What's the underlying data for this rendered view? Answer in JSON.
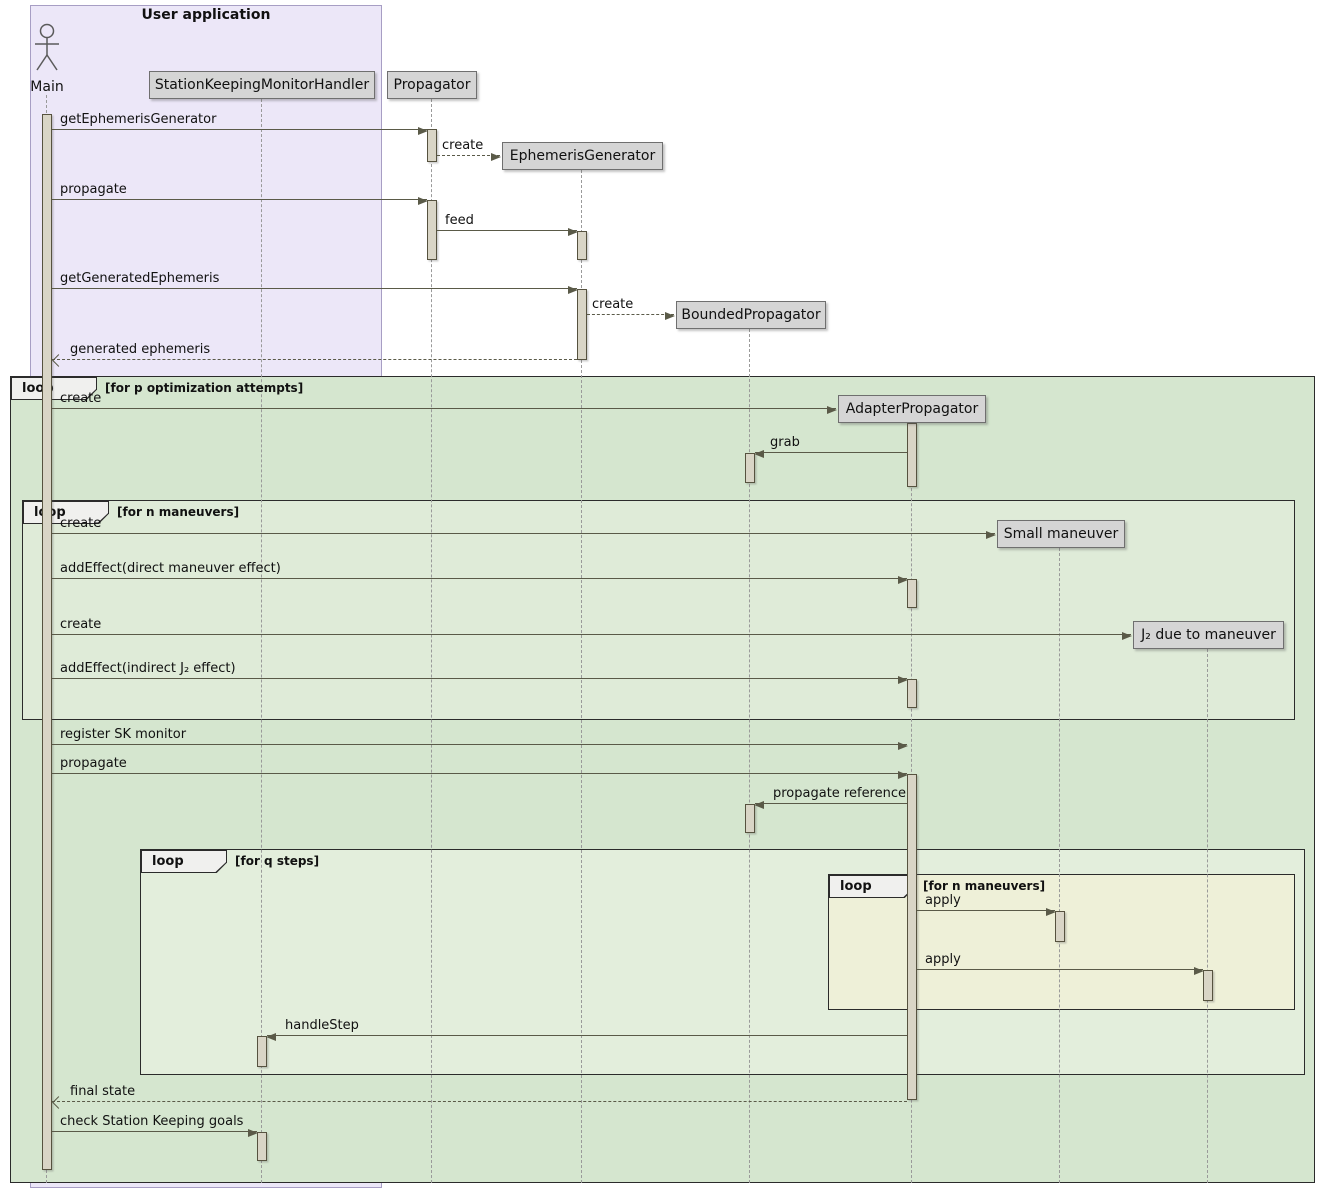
{
  "diagram_title": "User application",
  "actor": {
    "name": "Main"
  },
  "participants": {
    "skmh": "StationKeepingMonitorHandler",
    "propagator": "Propagator",
    "ephemeris_generator": "EphemerisGenerator",
    "bounded_propagator": "BoundedPropagator",
    "adapter_propagator": "AdapterPropagator",
    "small_maneuver": "Small maneuver",
    "j2_due_to_maneuver": "J₂ due to maneuver"
  },
  "loops": {
    "keyword": "loop",
    "outer_condition": "[for p optimization attempts]",
    "maneuvers1_condition": "[for n maneuvers]",
    "qsteps_condition": "[for q steps]",
    "maneuvers2_condition": "[for n maneuvers]"
  },
  "messages": [
    {
      "label": "getEphemerisGenerator",
      "from": "Main",
      "to": "Propagator",
      "kind": "call"
    },
    {
      "label": "create",
      "from": "Propagator",
      "to": "EphemerisGenerator",
      "kind": "create"
    },
    {
      "label": "propagate",
      "from": "Main",
      "to": "Propagator",
      "kind": "call"
    },
    {
      "label": "feed",
      "from": "Propagator",
      "to": "EphemerisGenerator",
      "kind": "call"
    },
    {
      "label": "getGeneratedEphemeris",
      "from": "Main",
      "to": "EphemerisGenerator",
      "kind": "call"
    },
    {
      "label": "create",
      "from": "EphemerisGenerator",
      "to": "BoundedPropagator",
      "kind": "create"
    },
    {
      "label": "generated ephemeris",
      "from": "EphemerisGenerator",
      "to": "Main",
      "kind": "return"
    },
    {
      "label": "create",
      "from": "Main",
      "to": "AdapterPropagator",
      "kind": "call"
    },
    {
      "label": "grab",
      "from": "AdapterPropagator",
      "to": "BoundedPropagator",
      "kind": "call"
    },
    {
      "label": "create",
      "from": "Main",
      "to": "Small maneuver",
      "kind": "call"
    },
    {
      "label": "addEffect(direct maneuver effect)",
      "from": "Main",
      "to": "AdapterPropagator",
      "kind": "call"
    },
    {
      "label": "create",
      "from": "Main",
      "to": "J₂ due to maneuver",
      "kind": "call"
    },
    {
      "label": "addEffect(indirect J₂ effect)",
      "from": "Main",
      "to": "AdapterPropagator",
      "kind": "call"
    },
    {
      "label": "register SK monitor",
      "from": "Main",
      "to": "AdapterPropagator",
      "kind": "call"
    },
    {
      "label": "propagate",
      "from": "Main",
      "to": "AdapterPropagator",
      "kind": "call"
    },
    {
      "label": "propagate reference",
      "from": "AdapterPropagator",
      "to": "BoundedPropagator",
      "kind": "call"
    },
    {
      "label": "apply",
      "from": "AdapterPropagator",
      "to": "Small maneuver",
      "kind": "call"
    },
    {
      "label": "apply",
      "from": "AdapterPropagator",
      "to": "J₂ due to maneuver",
      "kind": "call"
    },
    {
      "label": "handleStep",
      "from": "AdapterPropagator",
      "to": "StationKeepingMonitorHandler",
      "kind": "call"
    },
    {
      "label": "final state",
      "from": "AdapterPropagator",
      "to": "Main",
      "kind": "return"
    },
    {
      "label": "check Station Keeping goals",
      "from": "Main",
      "to": "StationKeepingMonitorHandler",
      "kind": "call"
    }
  ],
  "colors": {
    "app_frame_fill": "#ece7f8",
    "loop_outer_fill": "#d5e6cf",
    "loop_maneuvers1_fill": "#dfebd8",
    "loop_qsteps_fill": "#e3eedc",
    "loop_maneuvers2_fill": "#eef0d8",
    "participant_fill": "#d5d5d5",
    "activation_fill": "#d9d5c6",
    "arrow_color": "#5a5a48"
  }
}
